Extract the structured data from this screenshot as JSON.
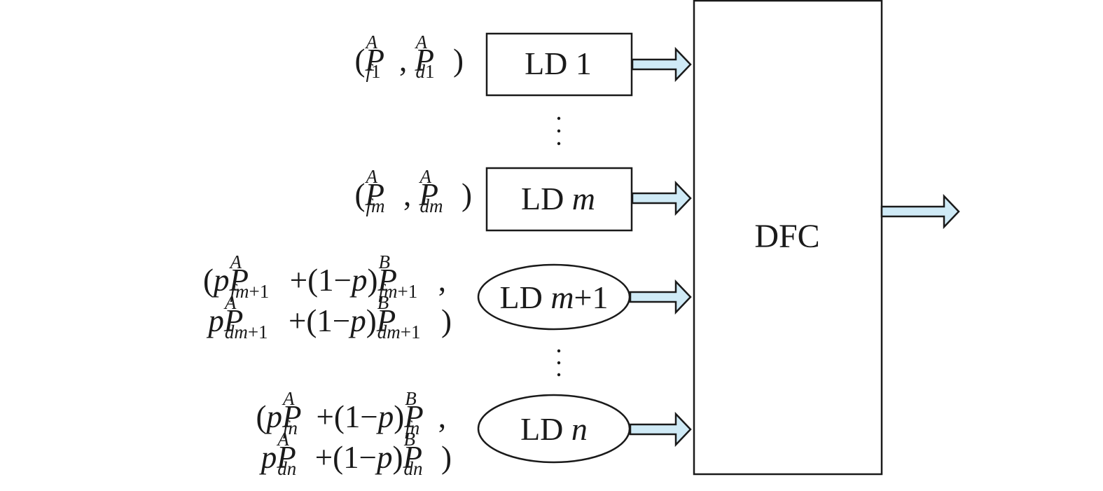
{
  "dfc": {
    "label": "DFC"
  },
  "detectors": [
    {
      "kind": "rect",
      "name": "LD",
      "index": "1",
      "index_style": "upright"
    },
    {
      "kind": "rect",
      "name": "LD",
      "index": "m",
      "index_style": "italic"
    },
    {
      "kind": "ellipse",
      "name": "LD",
      "index": "m",
      "index_suffix": "+1"
    },
    {
      "kind": "ellipse",
      "name": "LD",
      "index": "n",
      "index_style": "italic"
    }
  ],
  "ellipsis": [
    "⋮",
    "⋮"
  ],
  "inputs": {
    "ld1": {
      "open": "(",
      "P": "P",
      "sup": "A",
      "f": "f",
      "d": "d",
      "idx": "1",
      "comma": ", ",
      "close": ")"
    },
    "ldm": {
      "open": "(",
      "P": "P",
      "sup": "A",
      "f": "f",
      "d": "d",
      "idx": "m",
      "comma": ", ",
      "close": ")"
    },
    "ldm1": {
      "line1_open": "(",
      "p": "p",
      "P": "P",
      "supA": "A",
      "supB": "B",
      "f": "f",
      "d": "d",
      "idx": "m",
      "idx_suffix": "+1",
      "mid": "+(1−",
      "mid_close": ")",
      "comma": ",",
      "close": ")"
    },
    "ldn": {
      "line1_open": "(",
      "p": "p",
      "P": "P",
      "supA": "A",
      "supB": "B",
      "f": "f",
      "d": "d",
      "idx": "n",
      "mid": "+(1−",
      "mid_close": ")",
      "comma": ",",
      "close": ")"
    }
  },
  "colors": {
    "arrow_fill": "#cfeaf6",
    "stroke": "#1a1a1a",
    "background": "#ffffff"
  }
}
